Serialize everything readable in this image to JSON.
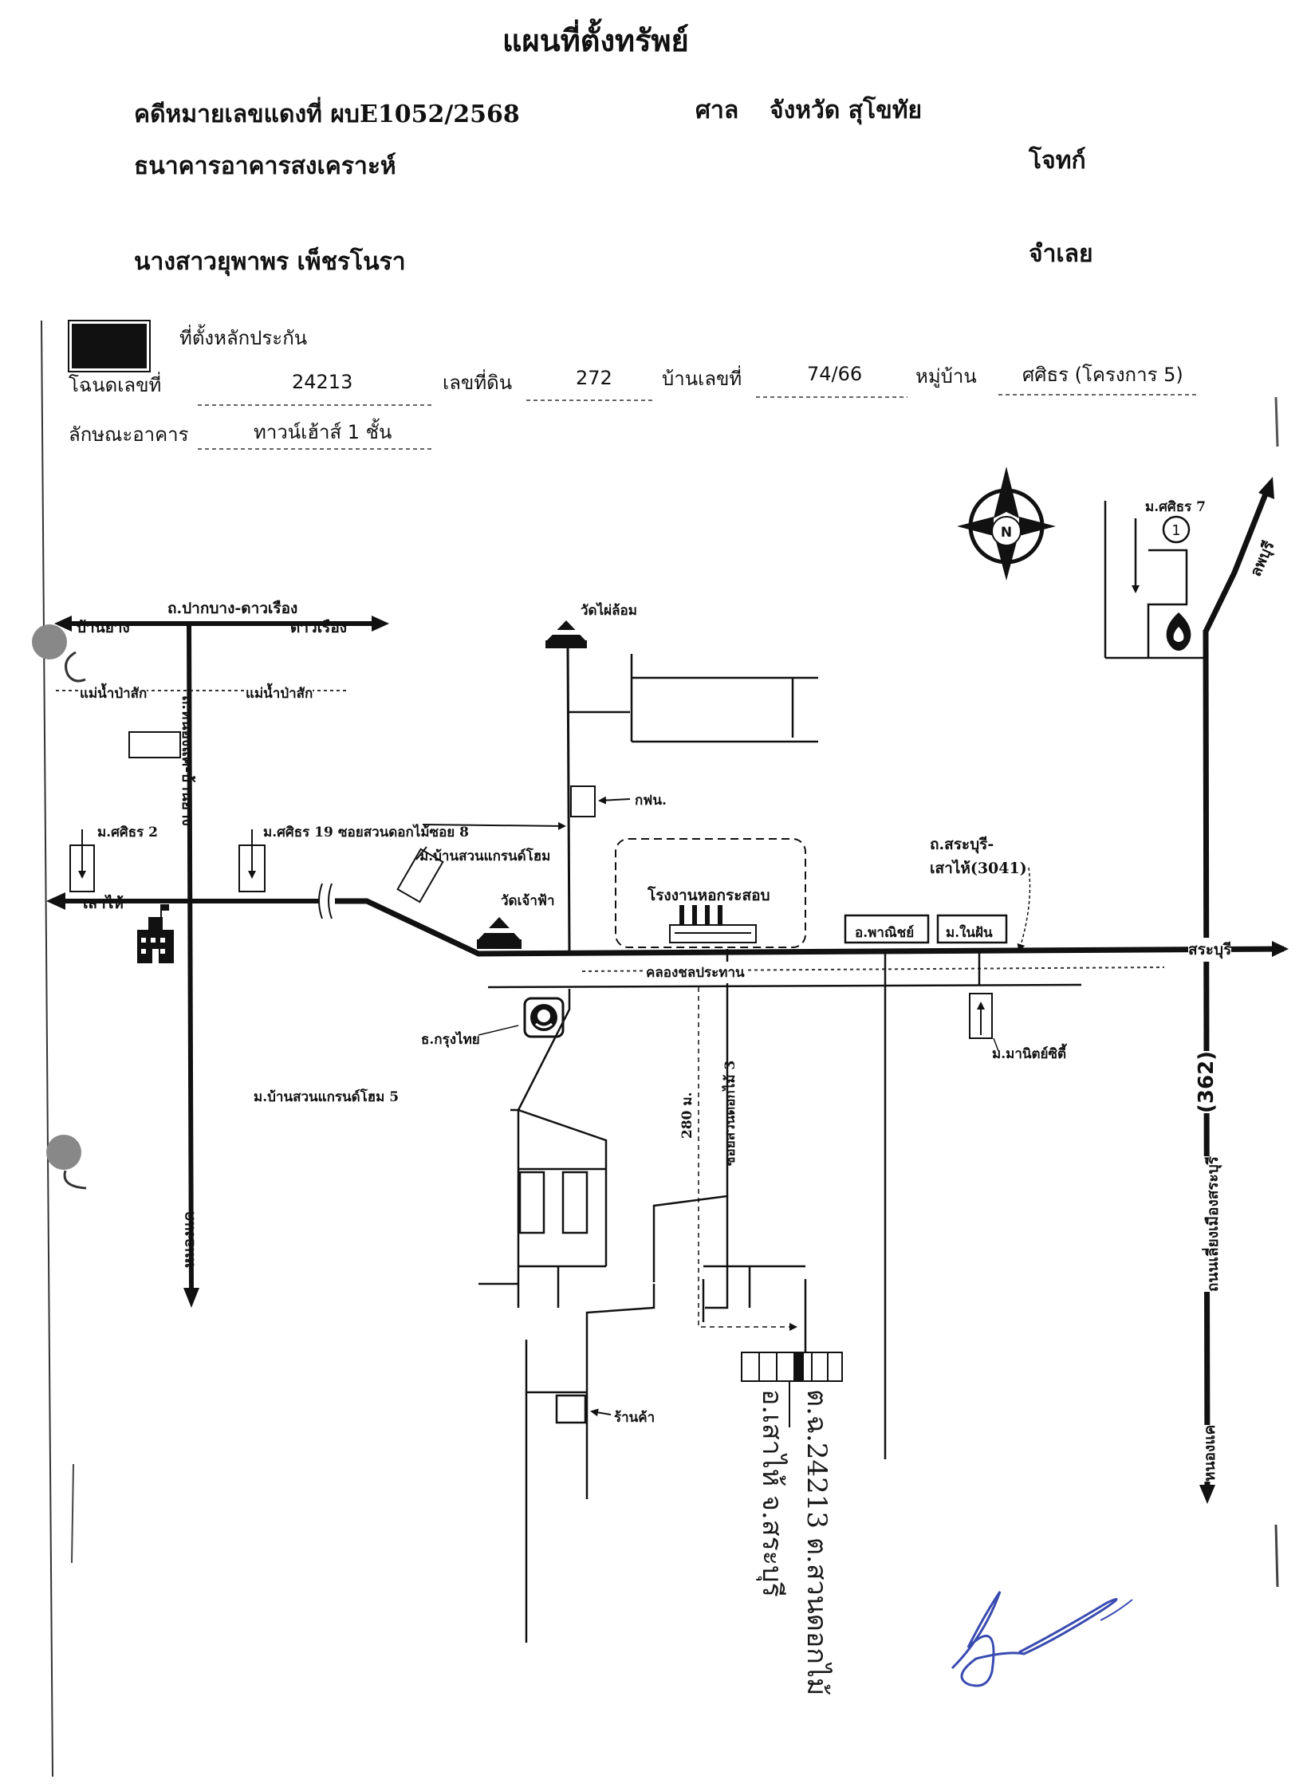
{
  "document": {
    "title": "แผนที่ตั้งทรัพย์",
    "case_label": "คดีหมายเลขแดงที่ ผบE1052/2568",
    "court_label": "ศาล",
    "court_name": "จังหวัด สุโขทัย",
    "plaintiff_name": "ธนาคารอาคารสงเคราะห์",
    "plaintiff_role": "โจทก์",
    "defendant_name": "นางสาวยุพาพร เพ็ชรโนรา",
    "defendant_role": "จำเลย"
  },
  "property": {
    "legend_label": "ที่ตั้งหลักประกัน",
    "deed_label": "โฉนดเลขที่",
    "deed_no": "24213",
    "land_label": "เลขที่ดิน",
    "land_no": "272",
    "house_label": "บ้านเลขที่",
    "house_no": "74/66",
    "village_label": "หมู่บ้าน",
    "village_name": "ศศิธร (โครงการ 5)",
    "building_label": "ลักษณะอาคาร",
    "building_type": "ทาวน์เฮ้าส์ 1 ชั้น"
  },
  "map": {
    "north": "N",
    "labels": {
      "road_pakbang": "ถ.ปากบาง-ดาวเรือง",
      "ban_yang": "บ้านยาง",
      "dao_ruang": "ดาวเรือง",
      "river_1": "แม่น้ำป่าสัก",
      "river_2": "แม่น้ำป่าสัก",
      "road_vertical_left": "ถ.หนองแค-บ้านยาง",
      "sao_hai": "เสาไห้",
      "wat_phai_lom": "วัดไผ่ล้อม",
      "kfn": "กฟน.",
      "sasithorn_2": "ม.ศศิธร 2",
      "sasithorn_19": "ม.ศศิธร 19",
      "soi_8": "ซอยสวนดอกไม้ซอย 8",
      "grand_home": "ม.บ้านสวนแกรนด์โฮม",
      "wat_chao_fa": "วัดเจ้าฟ้า",
      "factory": "โรงงานหอกระสอบ",
      "road_saraburi_sao_hai": "ถ.สระบุรี-\nเสาไห้(3041)",
      "o_phanich": "อ.พาณิชย์",
      "m_naifan": "ม.ในฝัน",
      "saraburi": "สระบุรี",
      "canal": "คลองชลประทาน",
      "krungthai": "ธ.กรุงไทย",
      "manit_city": "ม.มานิตย์ซิตี้",
      "grand_home_5": "ม.บ้านสวนแกรนด์โฮม 5",
      "nong_khae": "หนองแค",
      "distance": "280 ม.",
      "soi_3": "ซอยสวนดอกไม้ 3",
      "sasithorn_7": "ม.ศศิธร 7",
      "lopburi": "ลพบุรี",
      "ring_road": "ถนนเลี่ยงเมืองสระบุรี",
      "route_362": "(362)",
      "nong_khae_2": "หนองแค",
      "shop": "ร้านค้า",
      "marker_1": "1",
      "handwritten": "ต.ฉ.24213 ต.สวนดอกไม้ อ.เสาไห้ จ.สระบุรี"
    }
  },
  "colors": {
    "ink": "#111111",
    "signature": "#3a4bb0"
  }
}
